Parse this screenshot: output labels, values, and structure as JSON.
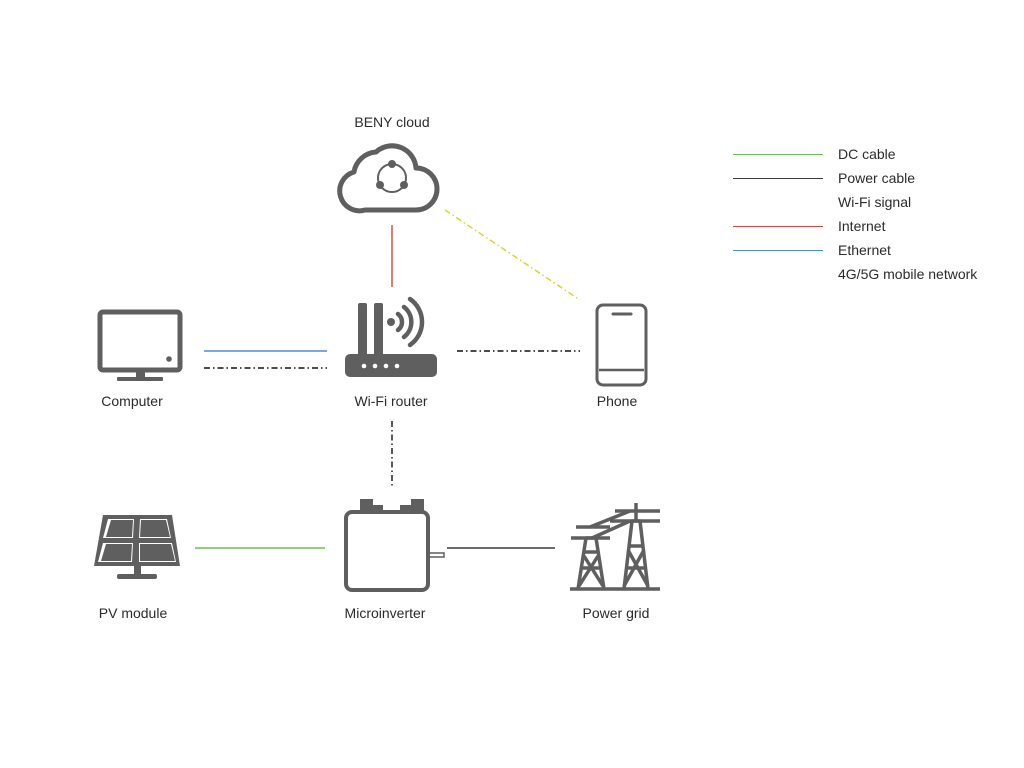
{
  "nodes": {
    "cloud": {
      "label": "BENY cloud",
      "icon": "cloud-icon"
    },
    "router": {
      "label": "Wi-Fi router",
      "icon": "wifi-router-icon"
    },
    "computer": {
      "label": "Computer",
      "icon": "monitor-icon"
    },
    "phone": {
      "label": "Phone",
      "icon": "phone-icon"
    },
    "pv": {
      "label": "PV module",
      "icon": "solar-panel-icon"
    },
    "inverter": {
      "label": "Microinverter",
      "icon": "microinverter-icon"
    },
    "grid": {
      "label": "Power grid",
      "icon": "power-pylon-icon"
    }
  },
  "legend": [
    {
      "key": "dc",
      "label": "DC cable",
      "color": "#6bbf59",
      "style": "solid"
    },
    {
      "key": "power",
      "label": "Power cable",
      "color": "#3a3a3a",
      "style": "solid"
    },
    {
      "key": "wifi",
      "label": "Wi-Fi signal",
      "color": "#111111",
      "style": "dashdot"
    },
    {
      "key": "internet",
      "label": "Internet",
      "color": "#d9453b",
      "style": "solid"
    },
    {
      "key": "ethernet",
      "label": "Ethernet",
      "color": "#4a8fd6",
      "style": "solid"
    },
    {
      "key": "mobile",
      "label": "4G/5G mobile network",
      "color": "#d8d02a",
      "style": "dashdot"
    }
  ],
  "colors": {
    "icon": "#5f5f5f"
  }
}
